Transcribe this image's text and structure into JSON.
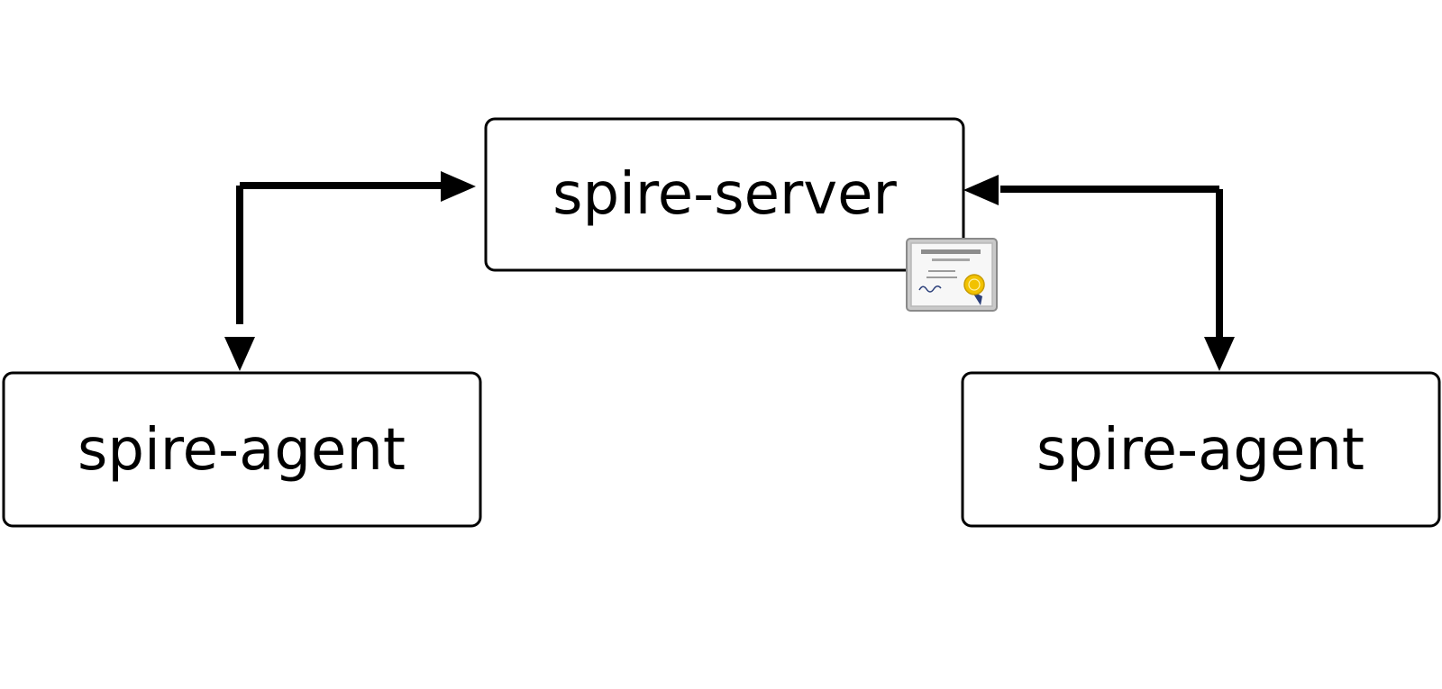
{
  "diagram": {
    "nodes": {
      "server": {
        "label": "spire-server"
      },
      "agent_left": {
        "label": "spire-agent"
      },
      "agent_right": {
        "label": "spire-agent"
      }
    },
    "edges": [
      {
        "from": "agent_left",
        "to": "server",
        "direction": "bidirectional"
      },
      {
        "from": "agent_right",
        "to": "server",
        "direction": "bidirectional"
      }
    ],
    "icons": {
      "server_badge": "certificate-icon"
    },
    "colors": {
      "line": "#000000",
      "background": "#ffffff",
      "seal": "#f2c200",
      "ribbon": "#2b3f7a"
    }
  }
}
